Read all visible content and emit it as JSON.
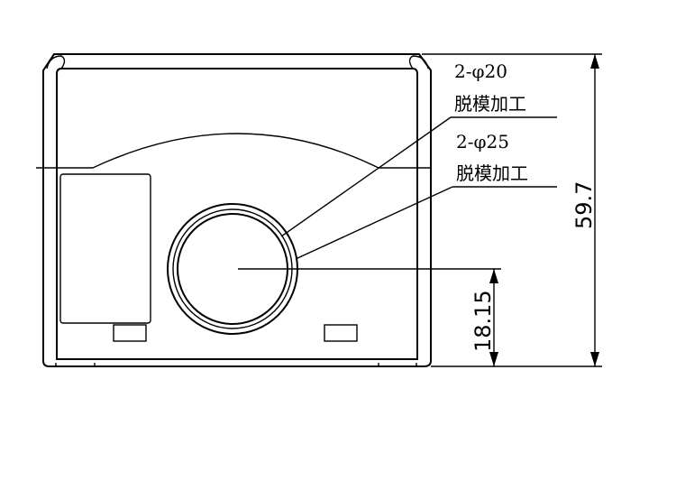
{
  "callouts": [
    {
      "spec": "2-φ20",
      "process": "脱模加工"
    },
    {
      "spec": "2-φ25",
      "process": "脱模加工"
    }
  ],
  "dimensions": {
    "overall_height": "59.7",
    "center_height": "18.15"
  }
}
